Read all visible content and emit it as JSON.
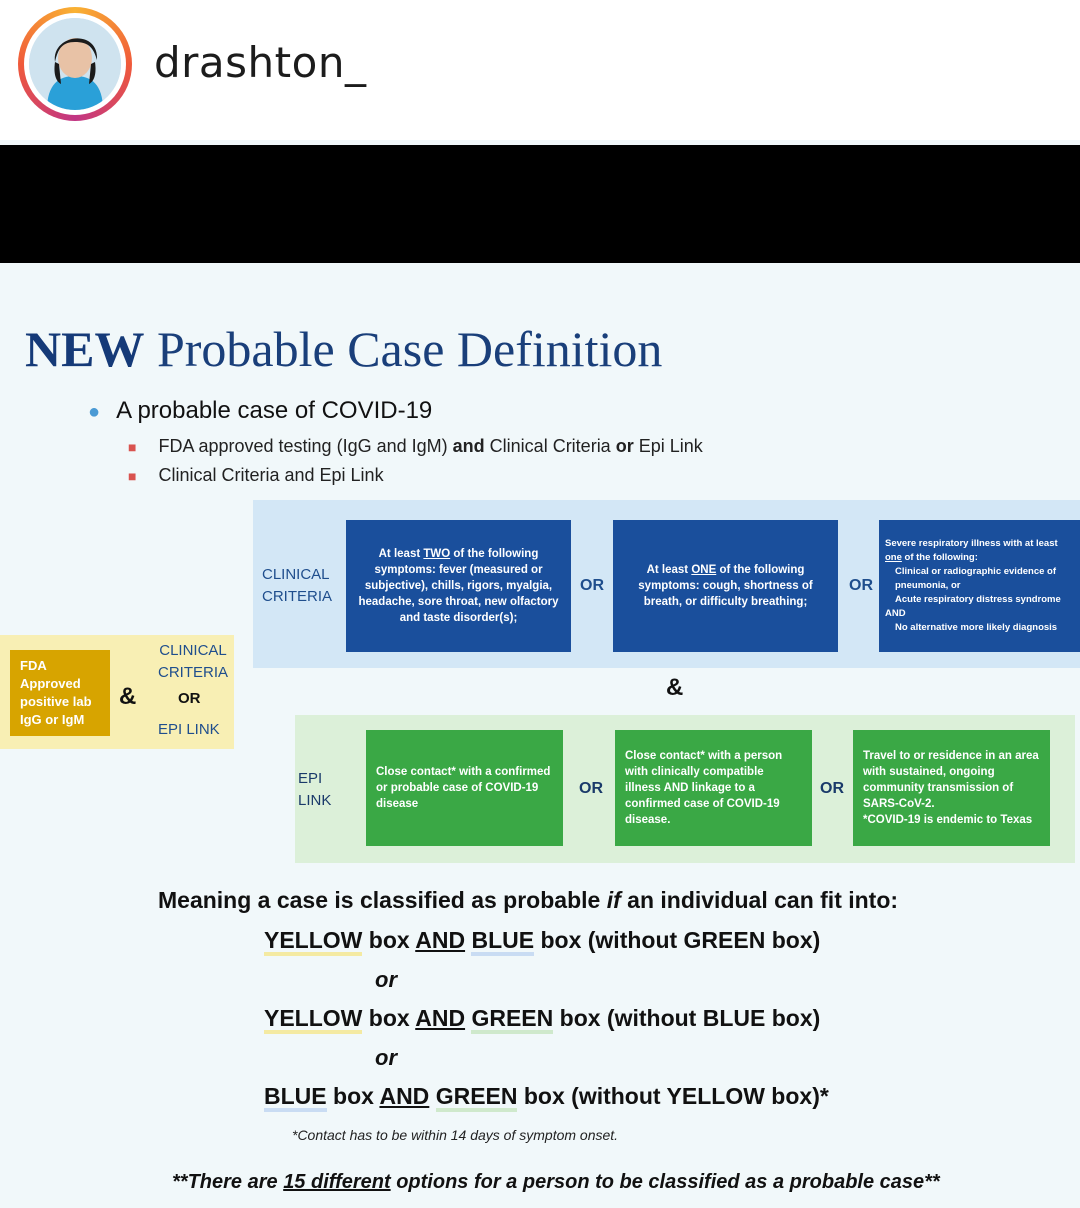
{
  "header": {
    "username": "drashton_"
  },
  "slide": {
    "title_bold": "NEW",
    "title_rest": "Probable Case Definition",
    "bullet": "A probable case of COVID-19",
    "sub1_a": "FDA approved testing (IgG and IgM)",
    "sub1_b": "and",
    "sub1_c": "Clinical Criteria",
    "sub1_d": "or",
    "sub1_e": "Epi Link",
    "sub2": "Clinical Criteria and Epi Link",
    "clinical_label_1": "CLINICAL",
    "clinical_label_2": "CRITERIA",
    "epi_label_1": "EPI",
    "epi_label_2": "LINK",
    "or": "OR",
    "amp": "&",
    "blue1_a": "At least",
    "blue1_b": "TWO",
    "blue1_c": "of the following symptoms: fever (measured or subjective), chills, rigors, myalgia, headache, sore throat, new olfactory and taste disorder(s);",
    "blue2_a": "At least",
    "blue2_b": "ONE",
    "blue2_c": "of the following symptoms: cough, shortness of breath, or difficulty breathing;",
    "blue3_a": "Severe respiratory illness with at least",
    "blue3_b": "one",
    "blue3_c": "of the following:",
    "blue3_d": "Clinical or radiographic evidence of pneumonia, or",
    "blue3_e": "Acute respiratory distress syndrome",
    "blue3_f": "AND",
    "blue3_g": "No alternative more likely diagnosis",
    "green1": "Close contact* with a confirmed or probable case of COVID-19 disease",
    "green2": "Close contact* with a person with clinically compatible illness AND linkage to a confirmed case of COVID-19 disease.",
    "green3_a": "Travel to or residence in an area with sustained, ongoing community transmission of SARS-CoV-2.",
    "green3_b": "*COVID-19 is endemic to Texas",
    "yellow_box": "FDA Approved positive lab IgG or IgM",
    "yellow_clin_1": "CLINICAL",
    "yellow_clin_2": "CRITERIA",
    "yellow_or": "OR",
    "yellow_epi": "EPI LINK"
  },
  "meaning": {
    "line_a": "Meaning a case is classified as probable",
    "line_if": "if",
    "line_b": "an individual can fit into:",
    "opt1_a": "YELLOW",
    "opt1_b": "box",
    "opt1_and": "AND",
    "opt1_c": "BLUE",
    "opt1_d": "box (without GREEN box)",
    "or_word": "or",
    "opt2_a": "YELLOW",
    "opt2_b": "box",
    "opt2_and": "AND",
    "opt2_c": "GREEN",
    "opt2_d": "box (without BLUE box)",
    "opt3_a": "BLUE",
    "opt3_b": "box",
    "opt3_and": "AND",
    "opt3_c": "GREEN",
    "opt3_d": "box (without YELLOW box)*",
    "footnote": "*Contact has to be within 14 days of symptom onset.",
    "final_a": "**There are",
    "final_b": "15 different",
    "final_c": "options for a person to be classified as a probable case**"
  }
}
